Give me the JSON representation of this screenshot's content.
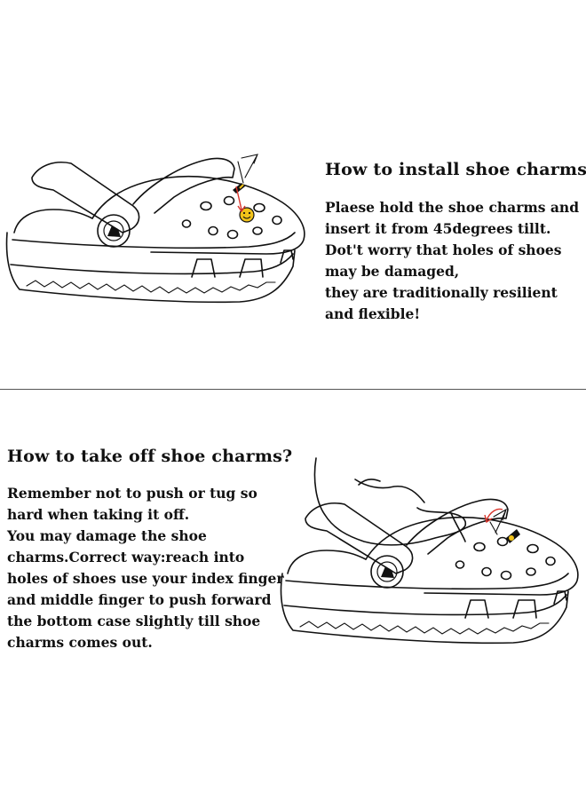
{
  "install": {
    "title": "How to install shoe charms?",
    "lines": [
      "Plaese hold the shoe charms and",
      "insert it from 45degrees tillt.",
      "Dot't worry that holes of shoes",
      "may be damaged,",
      "they are traditionally resilient",
      "and flexible!"
    ]
  },
  "takeoff": {
    "title": "How to take off shoe charms?",
    "lines": [
      "Remember not to push or tug so",
      "hard when taking it off.",
      "You may damage the shoe",
      "charms.Correct way:reach into",
      "holes of shoes use your index finger",
      "and middle finger to push forward",
      "the bottom case slightly till shoe",
      "charms comes out."
    ]
  },
  "colors": {
    "text": "#111111",
    "divider": "#555555",
    "charm_yellow": "#f2c31a",
    "arrow_red": "#d9342b"
  }
}
